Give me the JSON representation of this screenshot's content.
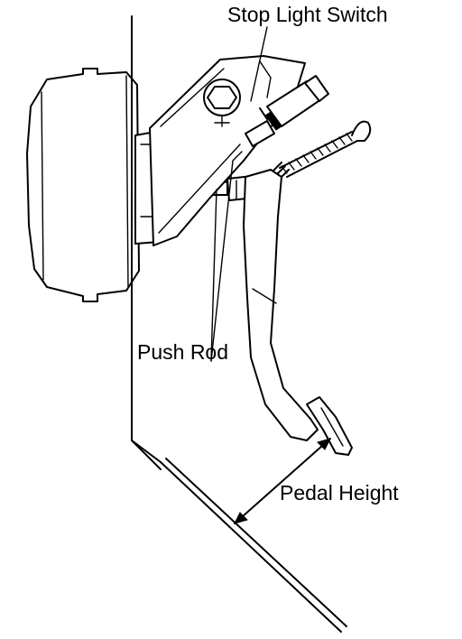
{
  "labels": {
    "stop_light_switch": "Stop Light Switch",
    "push_rod": "Push Rod",
    "pedal_height": "Pedal Height"
  }
}
